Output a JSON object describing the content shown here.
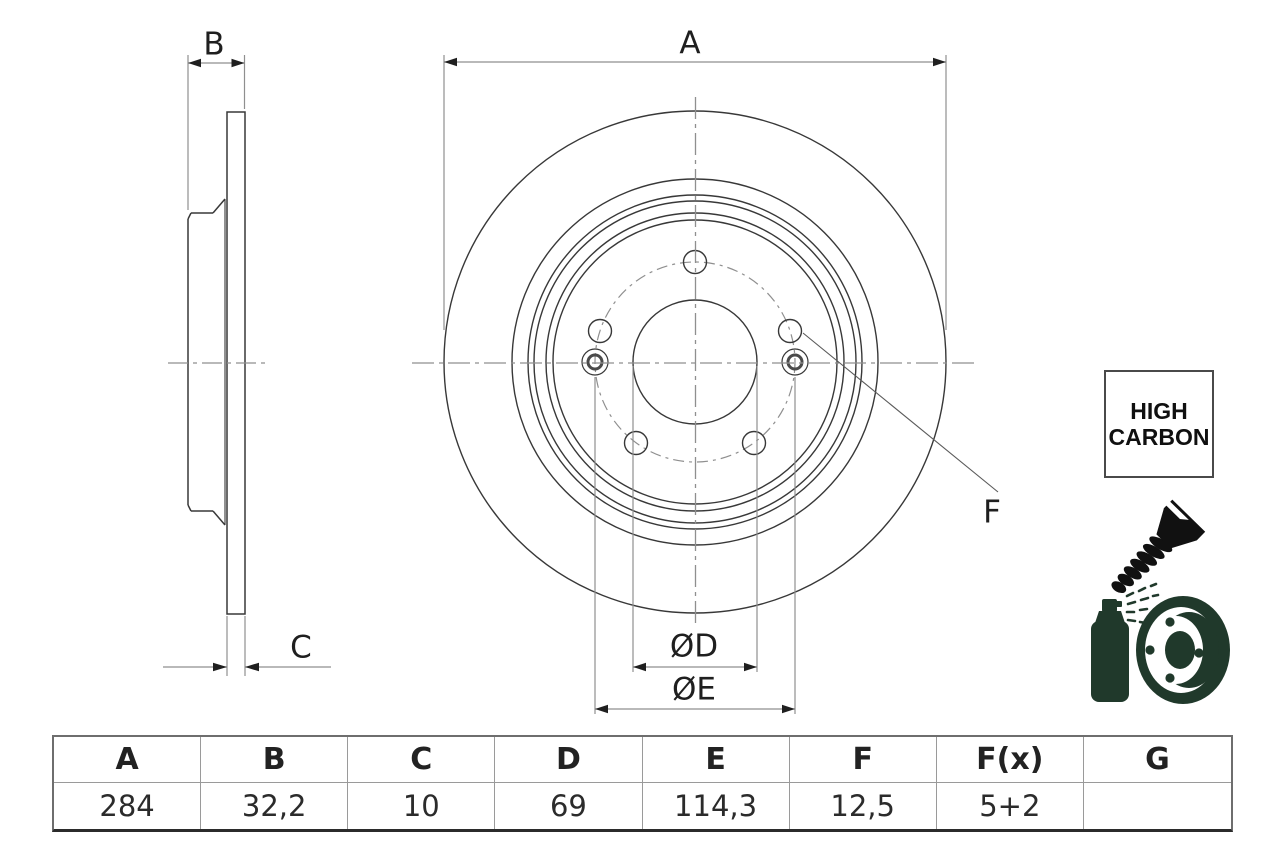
{
  "drawing": {
    "dimension_labels": {
      "A": "A",
      "B": "B",
      "C": "C",
      "F": "F",
      "D_diameter": "ØD",
      "E_diameter": "ØE"
    },
    "views": [
      "side-section-view",
      "front-view"
    ],
    "features": {
      "bolt_holes": 5,
      "screw_holes": 2
    }
  },
  "high_carbon_badge": {
    "line1": "HIGH",
    "line2": "CARBON"
  },
  "icons": {
    "screw": "countersunk-screw-icon",
    "coating": "spray-coating-disc-icon"
  },
  "colors": {
    "drawing_line": "#383838",
    "dimension_line": "#8f8f8f",
    "label_text": "#1f1f1f",
    "icon_green": "#20392b",
    "table_border_dark": "#2b2b2b"
  },
  "table": {
    "headers": [
      "A",
      "B",
      "C",
      "D",
      "E",
      "F",
      "F(x)",
      "G"
    ],
    "values": [
      "284",
      "32,2",
      "10",
      "69",
      "114,3",
      "12,5",
      "5+2",
      ""
    ]
  }
}
